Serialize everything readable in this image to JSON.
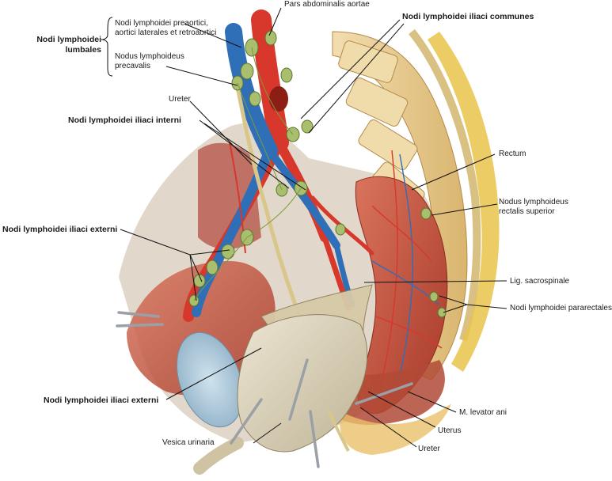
{
  "labels": {
    "aorta": "Pars abdominalis aortae",
    "lumbales_1": "Nodi lymphoidei",
    "lumbales_2": "lumbales",
    "preaortici_1": "Nodi lymphoidei preaortici,",
    "preaortici_2": "aortici laterales et retroaortici",
    "precavalis_1": "Nodus lymphoideus",
    "precavalis_2": "precavalis",
    "iliaci_communes": "Nodi lymphoidei iliaci communes",
    "ureter_top": "Ureter",
    "iliaci_interni": "Nodi lymphoidei iliaci interni",
    "rectum": "Rectum",
    "rectalis_1": "Nodus lymphoideus",
    "rectalis_2": "rectalis superior",
    "iliaci_externi_top": "Nodi lymphoidei iliaci externi",
    "sacrospinale": "Lig. sacrospinale",
    "pararectales": "Nodi lymphoidei pararectales",
    "iliaci_externi_bottom": "Nodi lymphoidei iliaci externi",
    "levator": "M. levator ani",
    "uterus": "Uterus",
    "vesica": "Vesica urinaria",
    "ureter_bottom": "Ureter"
  },
  "colors": {
    "artery": "#d8372b",
    "vein": "#2f6fb8",
    "lymph_node": "#a9bf6e",
    "muscle": "#c4553f",
    "bone": "#e9cf8e",
    "bladder": "#ddd3bb",
    "leader": "#111111"
  }
}
